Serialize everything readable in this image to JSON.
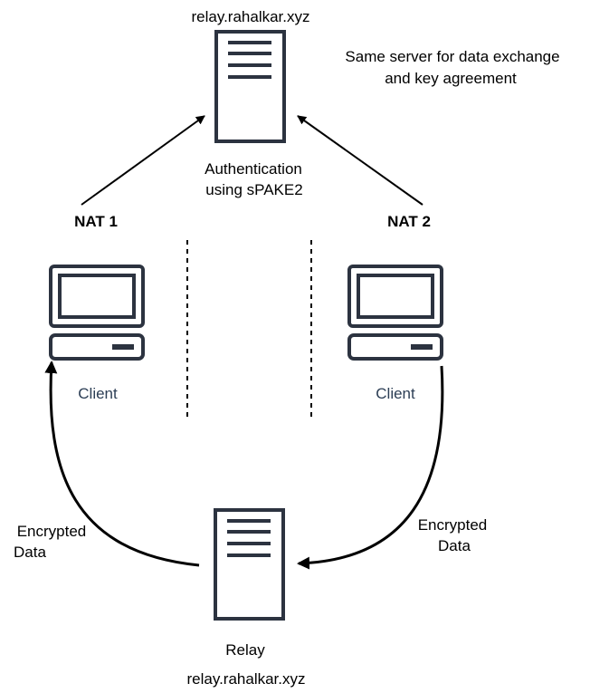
{
  "top_server": {
    "label": "relay.rahalkar.xyz",
    "note_line1": "Same server for data exchange",
    "note_line2": "and key agreement",
    "auth_line1": "Authentication",
    "auth_line2": "using sPAKE2"
  },
  "nat_left": {
    "label": "NAT 1"
  },
  "nat_right": {
    "label": "NAT 2"
  },
  "client_left": {
    "label": "Client"
  },
  "client_right": {
    "label": "Client"
  },
  "encrypted_left": {
    "line1": "Encrypted",
    "line2": "Data"
  },
  "encrypted_right": {
    "line1": "Encrypted",
    "line2": "Data"
  },
  "relay_server": {
    "label": "Relay",
    "hostname": "relay.rahalkar.xyz"
  },
  "colors": {
    "device_stroke": "#2c3340",
    "client_text": "#2c3e55",
    "line": "#000000"
  }
}
